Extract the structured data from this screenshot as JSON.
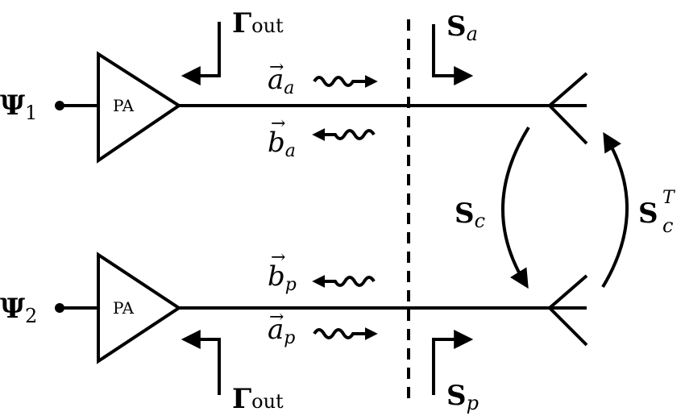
{
  "blocks": {
    "amplifier_label": "PA"
  },
  "inputs": {
    "top": {
      "symbol": "Ψ",
      "sub": "1"
    },
    "bottom": {
      "symbol": "Ψ",
      "sub": "2"
    }
  },
  "reflection": {
    "symbol": "Γ",
    "sub": "out"
  },
  "waves": {
    "top_forward": {
      "base": "a",
      "sub": "a"
    },
    "top_backward": {
      "base": "b",
      "sub": "a"
    },
    "bottom_backward": {
      "base": "b",
      "sub": "p"
    },
    "bottom_forward": {
      "base": "a",
      "sub": "p"
    }
  },
  "sparams": {
    "top": {
      "base": "S",
      "sub": "a"
    },
    "bottom": {
      "base": "S",
      "sub": "p"
    },
    "coupling": {
      "base": "S",
      "sub": "c"
    },
    "coupling_transpose": {
      "base": "S",
      "sub": "c",
      "sup": "T"
    }
  },
  "vector_arrow": "→"
}
